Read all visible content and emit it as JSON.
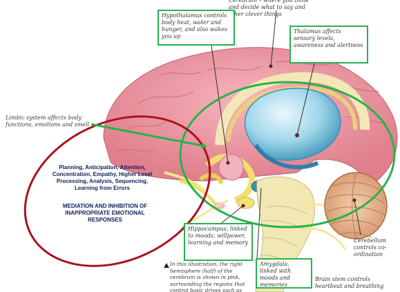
{
  "colors": {
    "accent_green": "#25b34b",
    "accent_red": "#a8121e",
    "note_blue": "#0f1f5c",
    "cerebrum_pink": "#e88f9a",
    "thalamus_blue": "#7fc9e0",
    "brainstem_yellow": "#eee3a0"
  },
  "labels": {
    "cerebrum": "Cerebrum – where you think and decide what to say and other clever things",
    "hypothalamus": "Hypothalamus controls body heat, water and hunger, and also wakes you up",
    "thalamus": "Thalamus affects sensory levels, awareness and alertness",
    "limbic": "Limbic system affects body functions, emotions and smell",
    "hippocampus": "Hippocampus, linked to moods, willpower, learning and memory",
    "amygdala": "Amygdala, linked with moods and memories",
    "cerebellum": "Cerebellum controls co-ordination",
    "brainstem": "Brain stem controls heartbeat and breathing",
    "caption": "In this illustration, the right hemisphere (half) of the cerebrum is shown in pink, surrounding the regions that control basic drives such as hunger, thirst and anger."
  },
  "annotation": {
    "functions": "Planning, Anticipation, Attention, Concentration, Empathy, Higher Level Processing, Analysis, Sequencing, Learning from Errors",
    "mediation": "MEDIATION AND INHIBITION OF INAPPROPRIATE EMOTIONAL RESPONSES"
  }
}
